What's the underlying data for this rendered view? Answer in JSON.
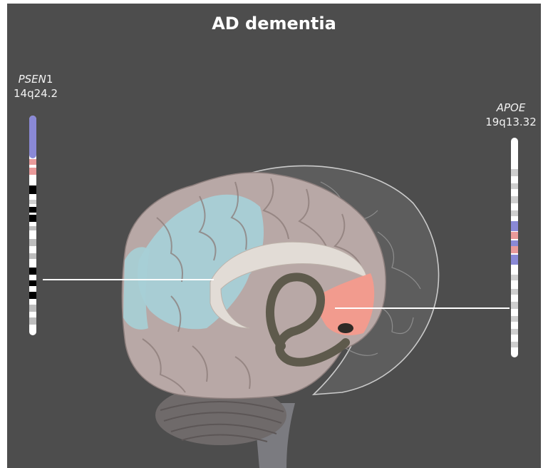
{
  "title": "AD dementia",
  "genes": {
    "left": {
      "name": "PSEN",
      "suffix": "1",
      "locus": "14q24.2"
    },
    "right": {
      "name": "APOE",
      "suffix": "",
      "locus": "19q13.32"
    }
  },
  "colors": {
    "background": "#4d4d4d",
    "frontal_highlight": "#a6cfd6",
    "temporal_highlight": "#f49a8c",
    "chromosome_blue": "#8a89d6",
    "chromosome_pink": "#e99a9a"
  },
  "icons": [
    "brain-illustration",
    "chromosome-ideogram"
  ]
}
